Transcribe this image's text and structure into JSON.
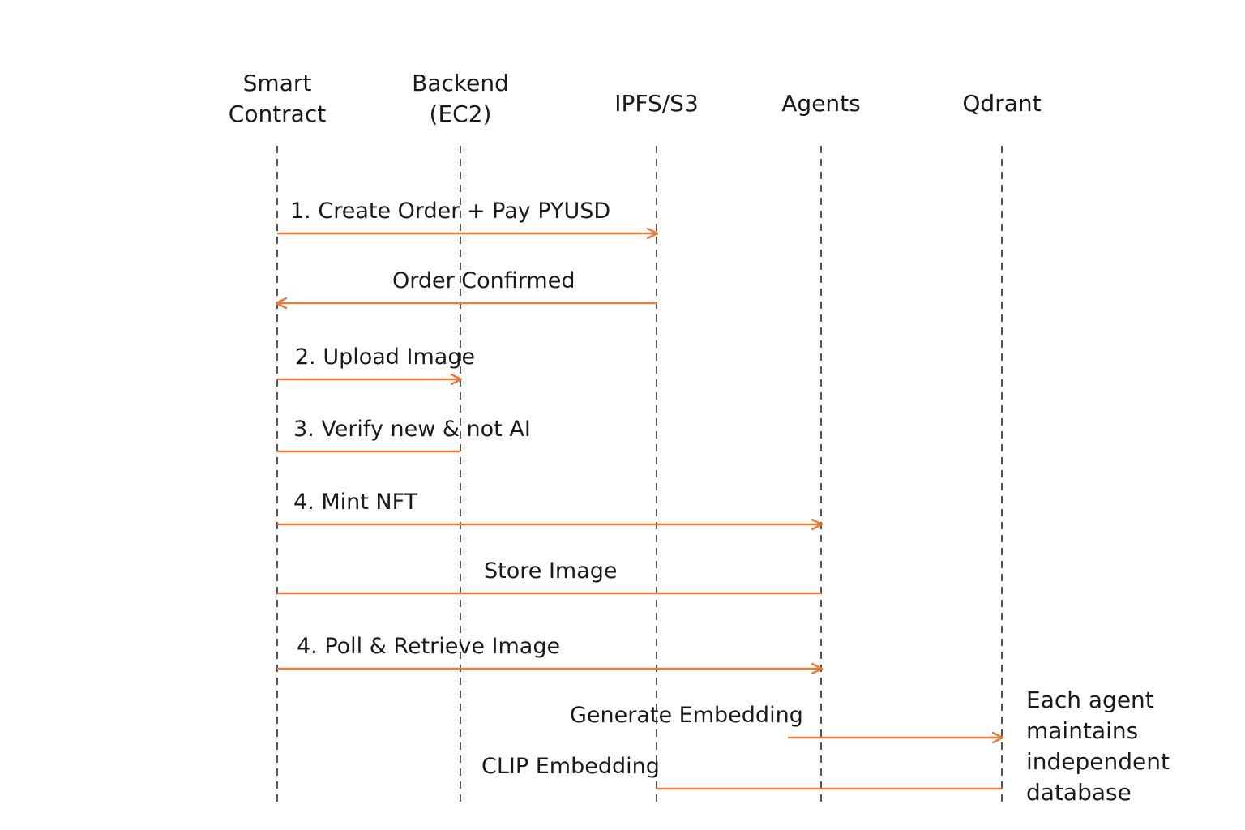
{
  "colors": {
    "arrow": "#E87A3A",
    "lifeline": "#555555",
    "text": "#1a1a1a"
  },
  "participants": [
    {
      "id": "smart-contract",
      "lines": [
        "Smart",
        "Contract"
      ]
    },
    {
      "id": "backend",
      "lines": [
        "Backend",
        "(EC2)"
      ]
    },
    {
      "id": "ipfs-s3",
      "lines": [
        "IPFS/S3"
      ]
    },
    {
      "id": "agents",
      "lines": [
        "Agents"
      ]
    },
    {
      "id": "qdrant",
      "lines": [
        "Qdrant"
      ]
    }
  ],
  "messages": [
    {
      "label": "1. Create Order + Pay PYUSD",
      "from": "smart-contract",
      "to": "ipfs-s3",
      "arrow": "end"
    },
    {
      "label": "Order Confirmed",
      "from": "ipfs-s3",
      "to": "smart-contract",
      "arrow": "end"
    },
    {
      "label": "2. Upload Image",
      "from": "smart-contract",
      "to": "backend",
      "arrow": "end"
    },
    {
      "label": "3. Verify new & not AI",
      "from": "smart-contract",
      "to": "backend",
      "arrow": "none"
    },
    {
      "label": "4. Mint NFT",
      "from": "smart-contract",
      "to": "agents",
      "arrow": "end"
    },
    {
      "label": "Store Image",
      "from": "smart-contract",
      "to": "agents",
      "arrow": "none"
    },
    {
      "label": "4. Poll & Retrieve Image",
      "from": "smart-contract",
      "to": "agents",
      "arrow": "end"
    },
    {
      "label": "Generate Embedding",
      "from": "agents",
      "to": "qdrant",
      "arrow": "end"
    },
    {
      "label": "CLIP Embedding",
      "from": "ipfs-s3",
      "to": "qdrant",
      "arrow": "none"
    }
  ],
  "note": {
    "lines": [
      "Each agent",
      "maintains",
      "independent",
      "database"
    ]
  }
}
